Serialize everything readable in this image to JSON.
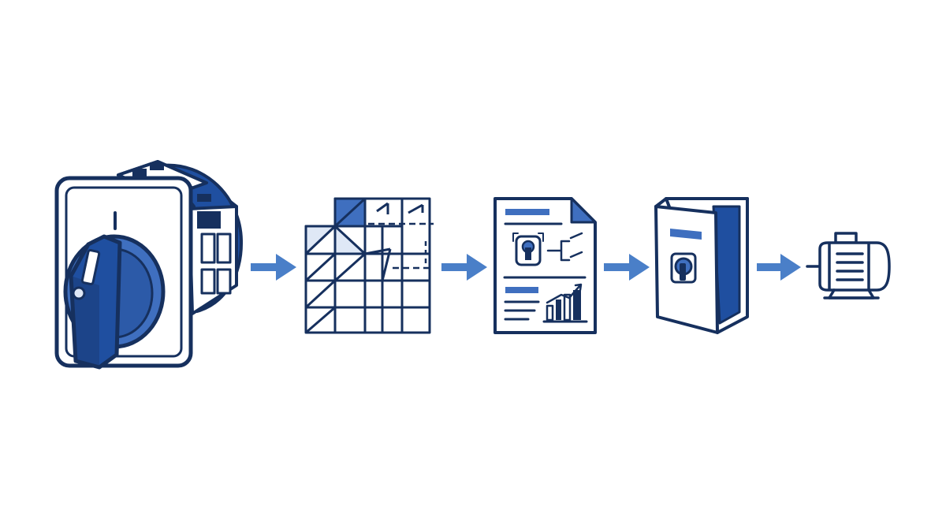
{
  "diagram": {
    "steps": [
      {
        "id": "rotary-switch",
        "icon": "rotary-cam-switch-icon"
      },
      {
        "id": "switching-diagram",
        "icon": "switching-grid-icon"
      },
      {
        "id": "datasheet",
        "icon": "datasheet-document-icon"
      },
      {
        "id": "enclosure",
        "icon": "enclosure-cabinet-icon"
      },
      {
        "id": "motor",
        "icon": "electric-motor-icon"
      }
    ],
    "connectors": [
      {
        "from": "rotary-switch",
        "to": "switching-diagram"
      },
      {
        "from": "switching-diagram",
        "to": "datasheet"
      },
      {
        "from": "datasheet",
        "to": "enclosure"
      },
      {
        "from": "enclosure",
        "to": "motor"
      }
    ]
  },
  "colors": {
    "navy": "#16305e",
    "blue": "#3f6fbf",
    "light_blue": "#dfe8f6",
    "arrow": "#4a7fc8",
    "background": "#ffffff"
  }
}
